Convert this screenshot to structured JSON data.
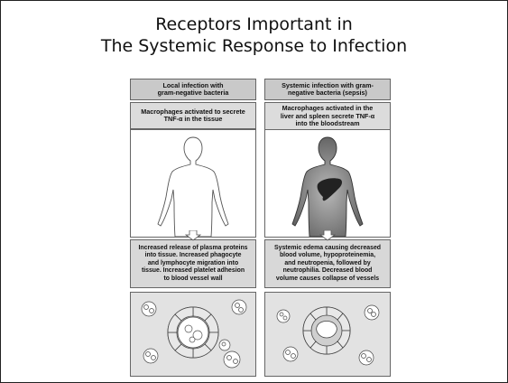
{
  "title": {
    "line1": "Receptors Important in",
    "line2": "The Systemic Response to Infection"
  },
  "left": {
    "header": [
      "Local infection with",
      "gram-negative bacteria"
    ],
    "step1": [
      "Macrophages activated to secrete",
      "TNF-α in the tissue"
    ],
    "step2": [
      "Increased release of plasma proteins",
      "into tissue. Increased  phagocyte",
      "and lymphocyte migration into",
      "tissue. Increased platelet adhesion",
      "to blood vessel  wall"
    ]
  },
  "right": {
    "header": [
      "Systemic infection with gram-",
      "negative bacteria (sepsis)"
    ],
    "step1": [
      "Macrophages activated in the",
      "liver and spleen secrete TNF-α",
      "into the bloodstream"
    ],
    "step2": [
      "Systemic edema causing decreased",
      "blood volume, hypoproteinemia,",
      "and neutropenia, followed by",
      "neutrophilia. Decreased blood",
      "volume causes collapse of vessels"
    ]
  }
}
